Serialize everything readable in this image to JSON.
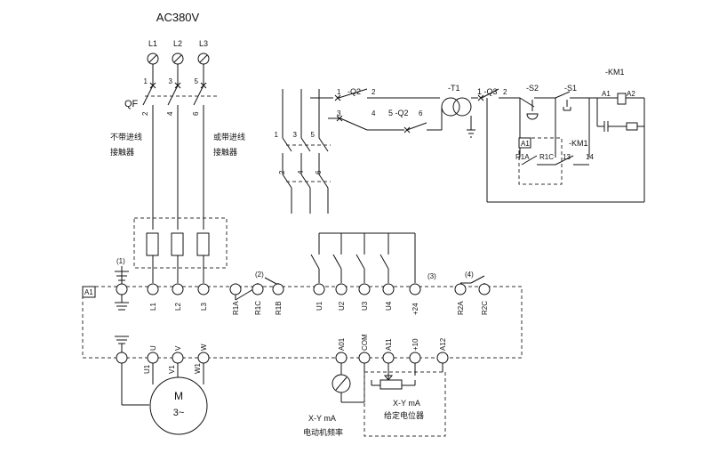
{
  "supply": {
    "title": "AC380V",
    "phases": [
      "L1",
      "L2",
      "L3"
    ],
    "top_numbers": [
      "1",
      "3",
      "5"
    ],
    "bottom_numbers": [
      "2",
      "4",
      "6"
    ],
    "breaker": "QF",
    "note_left_1": "不带进线",
    "note_left_2": "接触器",
    "note_right_1": "或带进线",
    "note_right_2": "接触器"
  },
  "alt_circuit": {
    "q2_label": "-Q2",
    "q2_pins": [
      "1",
      "2",
      "3",
      "4"
    ],
    "q2b_label": "5 -Q2",
    "q2b_pin": "6",
    "transformer": "-T1",
    "q3_label": "1 -Q3",
    "q3_pin": "2",
    "s2": "-S2",
    "s1": "-S1",
    "km1_top": "-KM1",
    "a1": "A1",
    "a2": "A2",
    "aux_box": "A1",
    "km1_aux": "-KM1",
    "r1a": "R1A",
    "r1c": "R1C",
    "n13": "13",
    "n14": "14",
    "left_nums_top": [
      "1",
      "3",
      "5"
    ],
    "left_nums_bottom": [
      "2",
      "4",
      "6"
    ]
  },
  "drive": {
    "label": "A1",
    "note1": "(1)",
    "note2": "(2)",
    "note3": "(3)",
    "note4": "(4)",
    "top_terms": [
      "L1",
      "L2",
      "L3",
      "R1A",
      "R1C",
      "R1B",
      "U1",
      "U2",
      "U3",
      "U4",
      "+24",
      "R2A",
      "R2C"
    ],
    "bottom_terms": [
      "U",
      "V",
      "W",
      "A01",
      "COM",
      "A11",
      "+10",
      "A12"
    ],
    "motor_terms": [
      "U1",
      "V1",
      "W1"
    ]
  },
  "motor": {
    "letter": "M",
    "phase": "3~"
  },
  "meter": {
    "line1": "X-Y mA",
    "line2": "电动机频率"
  },
  "pot": {
    "line1": "X-Y mA",
    "line2": "给定电位器"
  }
}
